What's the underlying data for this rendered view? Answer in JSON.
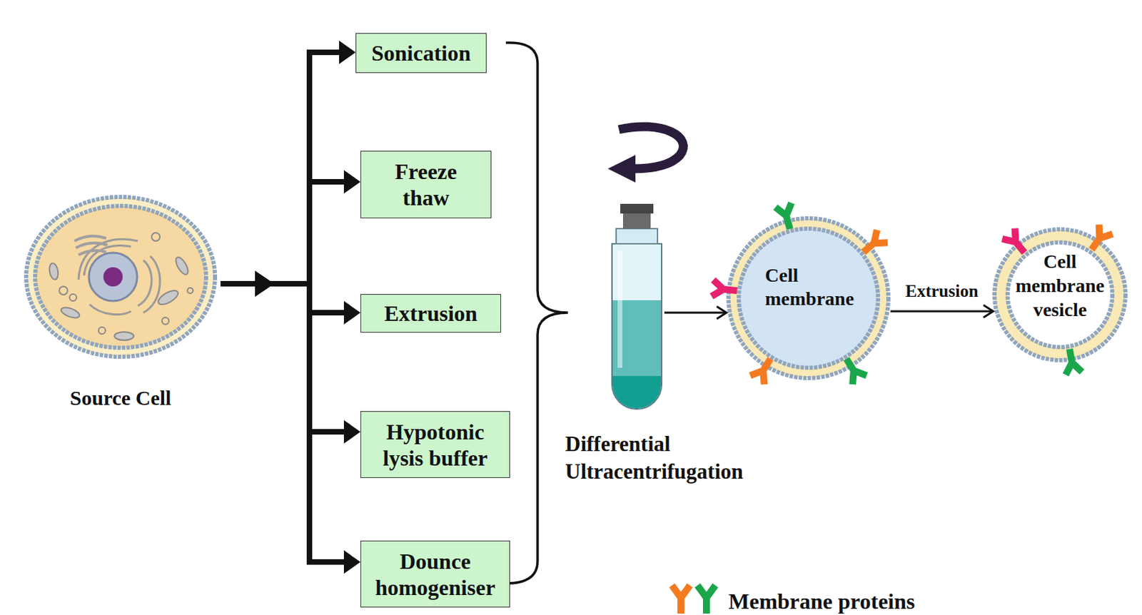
{
  "diagram": {
    "nodes": [
      {
        "text": [
          "Source Cell"
        ]
      },
      {
        "text": [
          "Sonication"
        ]
      },
      {
        "text": [
          "Freeze thaw"
        ]
      },
      {
        "text": [
          "Extrusion"
        ]
      },
      {
        "text": [
          "Hypotonic lysis buffer"
        ]
      },
      {
        "text": [
          "Dounce homogeniser"
        ]
      },
      {
        "text": [
          "Differential Ultracentrifugation"
        ]
      },
      {
        "text": [
          "Cell membrane"
        ]
      },
      {
        "text": [
          "Cell membrane vesicle"
        ]
      }
    ],
    "edges": [
      {
        "from": 0,
        "to": 1,
        "arrow": "to"
      },
      {
        "from": 0,
        "to": 2,
        "arrow": "to"
      },
      {
        "from": 0,
        "to": 3,
        "arrow": "to"
      },
      {
        "from": 0,
        "to": 4,
        "arrow": "to"
      },
      {
        "from": 0,
        "to": 5,
        "arrow": "to"
      },
      {
        "from": 6,
        "to": 7,
        "arrow": "to"
      },
      {
        "from": 7,
        "to": 8,
        "label": "Extrusion",
        "arrow": "to"
      }
    ],
    "legend": [
      {
        "text": "Membrane proteins"
      }
    ]
  }
}
